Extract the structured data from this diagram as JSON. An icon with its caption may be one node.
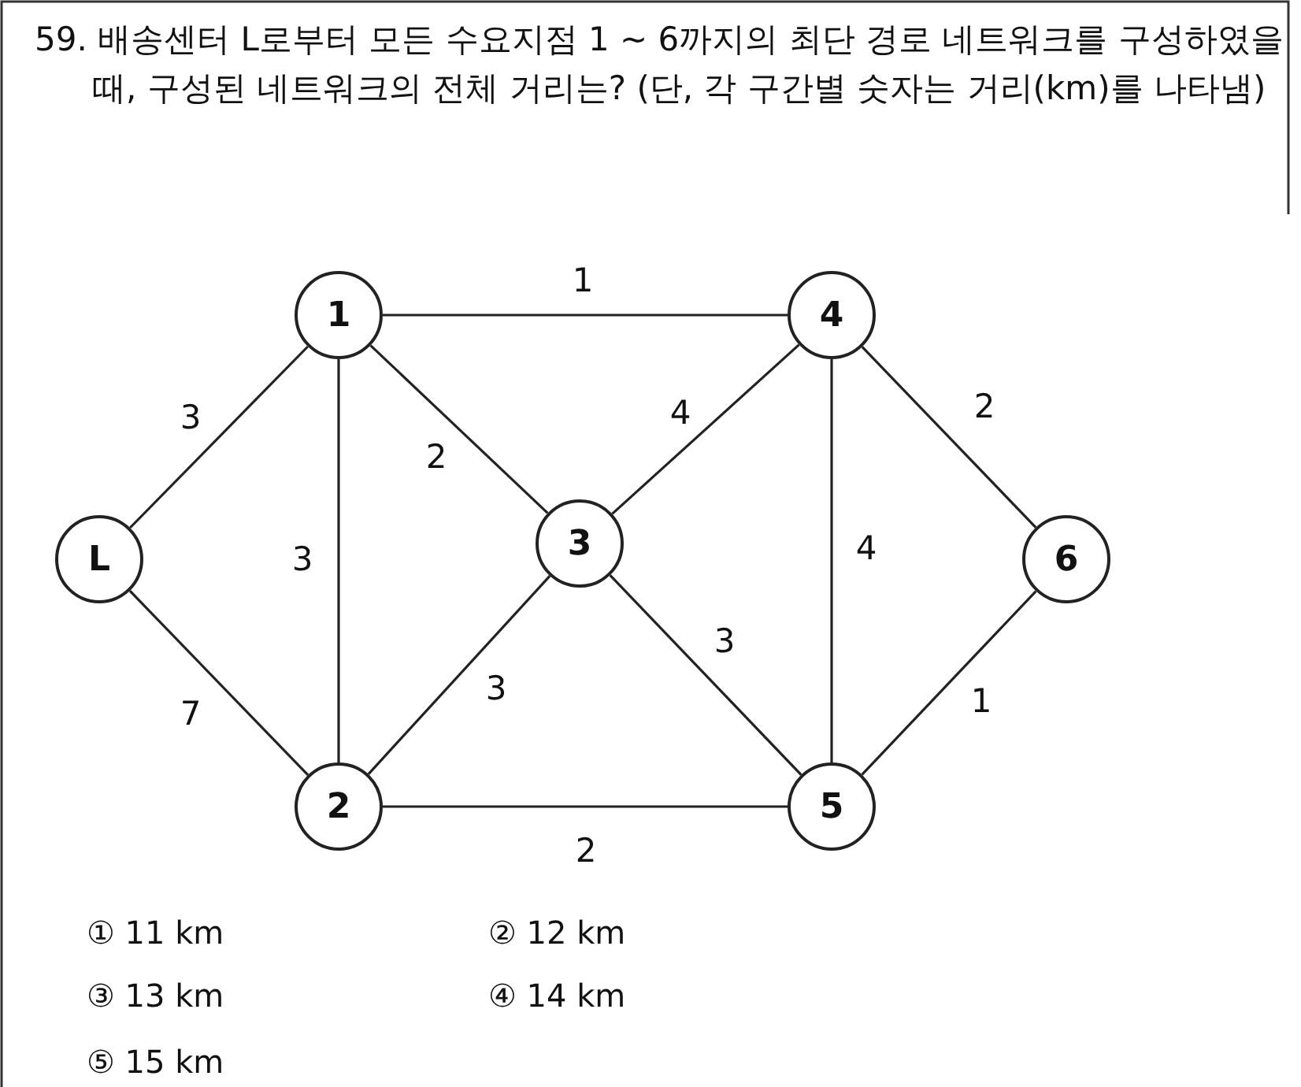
{
  "diagram": {
    "title": "59. 배송센터 L로부터 모든 수요지점 1 ~ 6까지의 최단 경로 네트워크를 구성하였을 때, 구성된 네트워크의 전체 거리는? (단, 각 구간별 숫자는 거리(km)를 나타냄)",
    "nodes": [
      {
        "text": [
          "L"
        ]
      },
      {
        "text": [
          "1"
        ]
      },
      {
        "text": [
          "2"
        ]
      },
      {
        "text": [
          "3"
        ]
      },
      {
        "text": [
          "4"
        ]
      },
      {
        "text": [
          "5"
        ]
      },
      {
        "text": [
          "6"
        ]
      }
    ],
    "edges": [
      {
        "from": 0,
        "to": 1,
        "arrow": "none",
        "label": "3"
      },
      {
        "from": 0,
        "to": 2,
        "arrow": "none",
        "label": "7"
      },
      {
        "from": 1,
        "to": 4,
        "arrow": "none",
        "label": "1"
      },
      {
        "from": 1,
        "to": 2,
        "arrow": "none",
        "label": "3"
      },
      {
        "from": 1,
        "to": 3,
        "arrow": "none",
        "label": "2"
      },
      {
        "from": 2,
        "to": 3,
        "arrow": "none",
        "label": "3"
      },
      {
        "from": 2,
        "to": 5,
        "arrow": "none",
        "label": "2"
      },
      {
        "from": 3,
        "to": 4,
        "arrow": "none",
        "label": "4"
      },
      {
        "from": 3,
        "to": 5,
        "arrow": "none",
        "label": "3"
      },
      {
        "from": 4,
        "to": 5,
        "arrow": "none",
        "label": "4"
      },
      {
        "from": 4,
        "to": 6,
        "arrow": "none",
        "label": "2"
      },
      {
        "from": 5,
        "to": 6,
        "arrow": "none",
        "label": "1"
      }
    ],
    "labels": [
      "① 11 km",
      "② 12 km",
      "③ 13 km",
      "④ 14 km",
      "⑤ 15 km"
    ]
  }
}
